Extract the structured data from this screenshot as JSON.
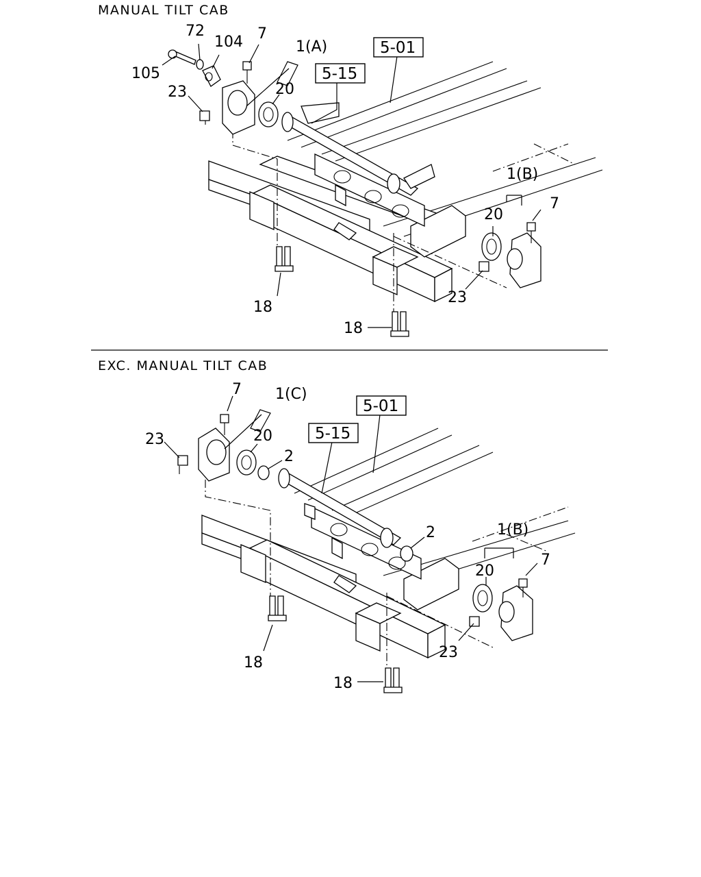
{
  "sections": [
    {
      "title": "MANUAL TILT CAB",
      "labels": {
        "bolt_105": "105",
        "washer_72": "72",
        "plate_104": "104",
        "bolt_7_a": "7",
        "bracket_1a": "1(A)",
        "ref_5_01": "5-01",
        "ref_5_15": "5-15",
        "nut_23_a": "23",
        "bush_20_a": "20",
        "bracket_1b": "1(B)",
        "bush_20_b": "20",
        "bolt_7_b": "7",
        "nut_23_b": "23",
        "stud_18_a": "18",
        "stud_18_b": "18"
      }
    },
    {
      "title": "EXC. MANUAL TILT CAB",
      "labels": {
        "bolt_7_a": "7",
        "bracket_1c": "1(C)",
        "nut_23_a": "23",
        "bush_20_a": "20",
        "collar_2_a": "2",
        "ref_5_15": "5-15",
        "ref_5_01": "5-01",
        "collar_2_b": "2",
        "bracket_1b": "1(B)",
        "bush_20_b": "20",
        "bolt_7_b": "7",
        "nut_23_b": "23",
        "stud_18_a": "18",
        "stud_18_b": "18"
      }
    }
  ]
}
